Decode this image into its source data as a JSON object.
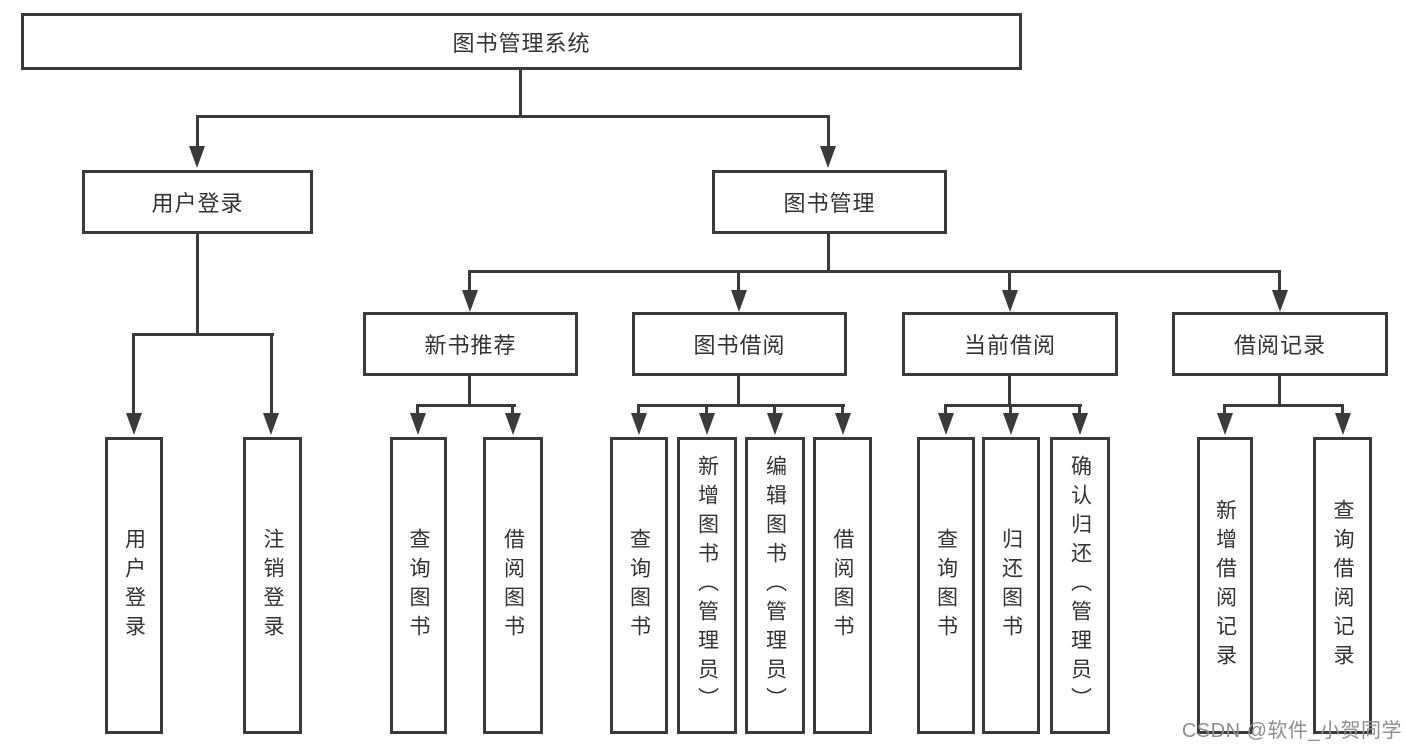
{
  "diagram": {
    "nodes": {
      "root": {
        "label": "图书管理系统"
      },
      "user_login": {
        "label": "用户登录"
      },
      "book_mgmt": {
        "label": "图书管理"
      },
      "new_books": {
        "label": "新书推荐"
      },
      "book_borrow": {
        "label": "图书借阅"
      },
      "current_borrow": {
        "label": "当前借阅"
      },
      "borrow_records": {
        "label": "借阅记录"
      },
      "leaf_user_login": {
        "label": "用户登录"
      },
      "leaf_logout": {
        "label": "注销登录"
      },
      "leaf_nb_query": {
        "label": "查询图书"
      },
      "leaf_nb_borrow": {
        "label": "借阅图书"
      },
      "leaf_bb_query": {
        "label": "查询图书"
      },
      "leaf_bb_add": {
        "label": "新增图书（管理员）"
      },
      "leaf_bb_edit": {
        "label": "编辑图书（管理员）"
      },
      "leaf_bb_borrow": {
        "label": "借阅图书"
      },
      "leaf_cb_query": {
        "label": "查询图书"
      },
      "leaf_cb_return": {
        "label": "归还图书"
      },
      "leaf_cb_confirm": {
        "label": "确认归还（管理员）"
      },
      "leaf_br_add": {
        "label": "新增借阅记录"
      },
      "leaf_br_query": {
        "label": "查询借阅记录"
      }
    },
    "watermark": "CSDN @软件_小贺同学",
    "colors": {
      "line": "#3a3a3a",
      "text": "#333333",
      "watermark": "#8f8f8f",
      "background": "#ffffff"
    }
  }
}
